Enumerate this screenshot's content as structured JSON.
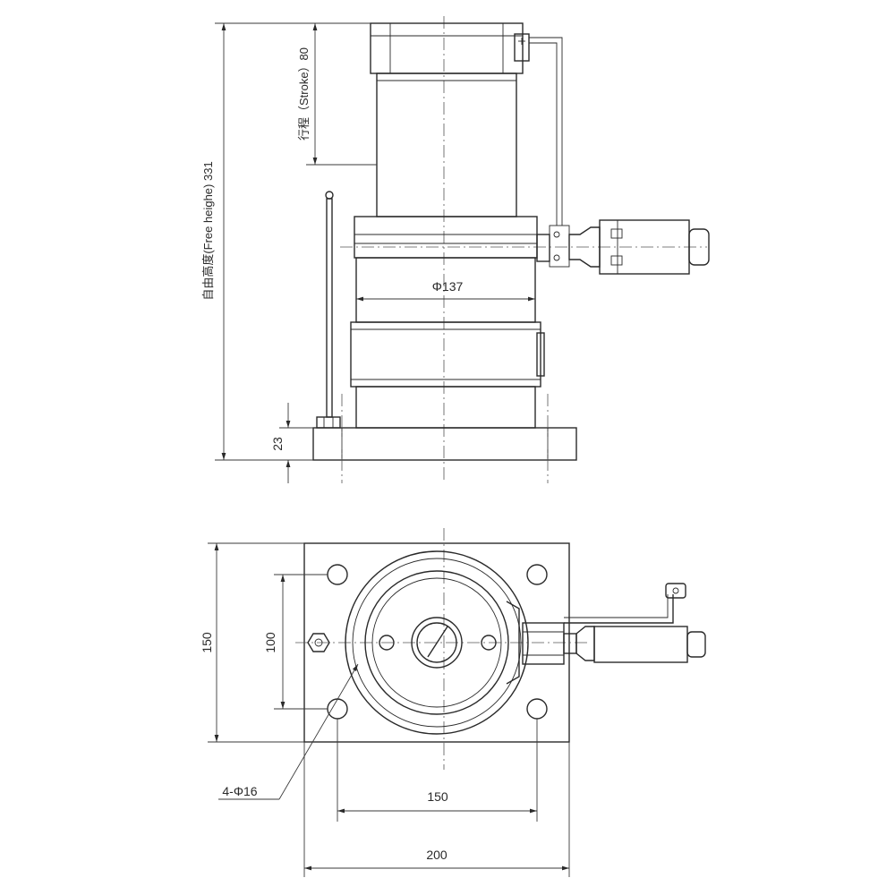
{
  "front_view": {
    "stroke_label": "行程（Stroke）80",
    "free_height_label": "自由高度(Free heighe) 331",
    "diameter_label": "Φ137",
    "base_thickness_label": "23"
  },
  "top_view": {
    "height_label": "150",
    "hole_spacing_vertical_label": "100",
    "holes_label": "4-Φ16",
    "hole_spacing_horizontal_label": "150",
    "width_label": "200"
  }
}
